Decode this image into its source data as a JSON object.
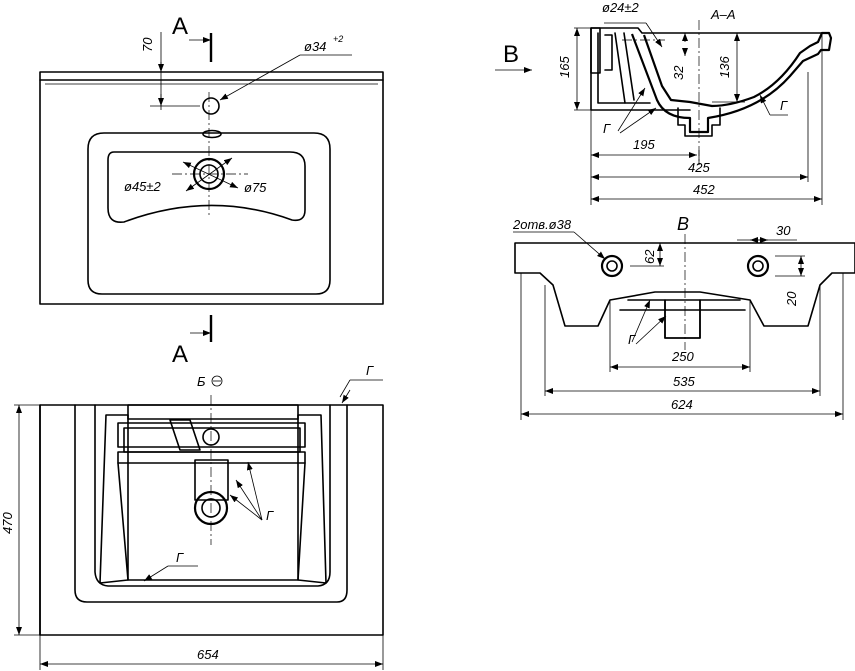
{
  "drawing": {
    "top_view": {
      "section_marker_top": "A",
      "section_marker_bottom": "A",
      "dim_70": "70",
      "dim_hole": "ø34",
      "dim_hole_tol": "+2",
      "dim_drain_inner": "ø45±2",
      "dim_drain_outer": "ø75"
    },
    "section_view": {
      "title": "A–A",
      "view_arrow": "B",
      "dim_overflow": "ø24±2",
      "dim_165": "165",
      "dim_32": "32",
      "dim_136": "136",
      "dim_195": "195",
      "dim_425": "425",
      "dim_452": "452",
      "label_g1": "Г",
      "label_g2": "Г"
    },
    "view_b": {
      "title": "B",
      "holes_note": "2отв.ø38",
      "dim_62": "62",
      "dim_30": "30",
      "dim_20": "20",
      "dim_250": "250",
      "dim_535": "535",
      "dim_624": "624",
      "label_g": "Г"
    },
    "bottom_view": {
      "title": "Б",
      "label_g_top": "Г",
      "label_g_mid": "Г",
      "label_g_low": "Г",
      "dim_470": "470",
      "dim_654": "654"
    }
  }
}
